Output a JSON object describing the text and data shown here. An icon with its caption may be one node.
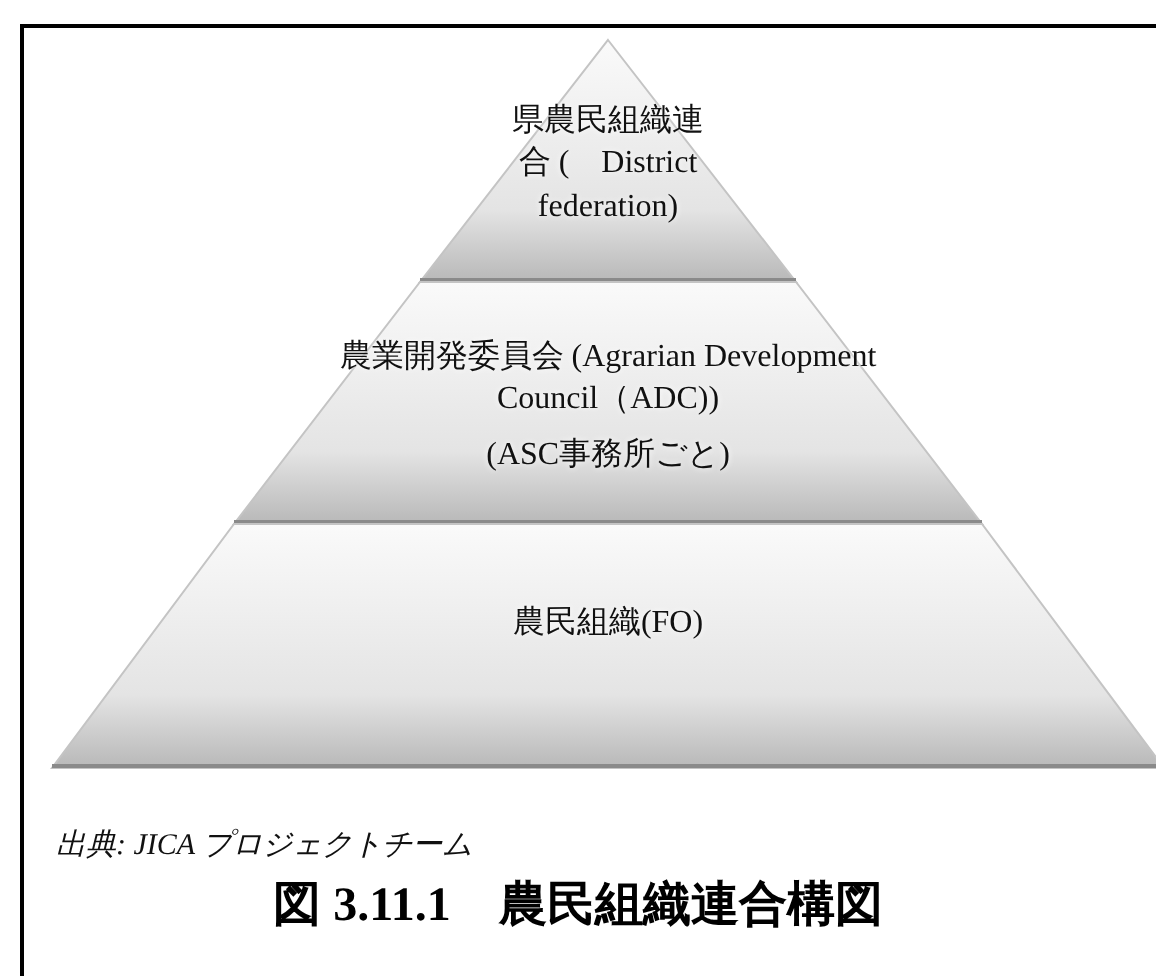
{
  "diagram": {
    "caption": "図 3.11.1　農民組織連合構図",
    "nodes": [
      {
        "text": [
          "県農民組織連合 (　District federation)"
        ]
      },
      {
        "text": [
          "農業開発委員会 (Agrarian Development Council（ADC))",
          "(ASC事務所ごと)"
        ]
      },
      {
        "text": [
          "農民組織(FO)"
        ]
      }
    ],
    "labels": [
      "出典: JICA プロジェクトチーム"
    ]
  }
}
